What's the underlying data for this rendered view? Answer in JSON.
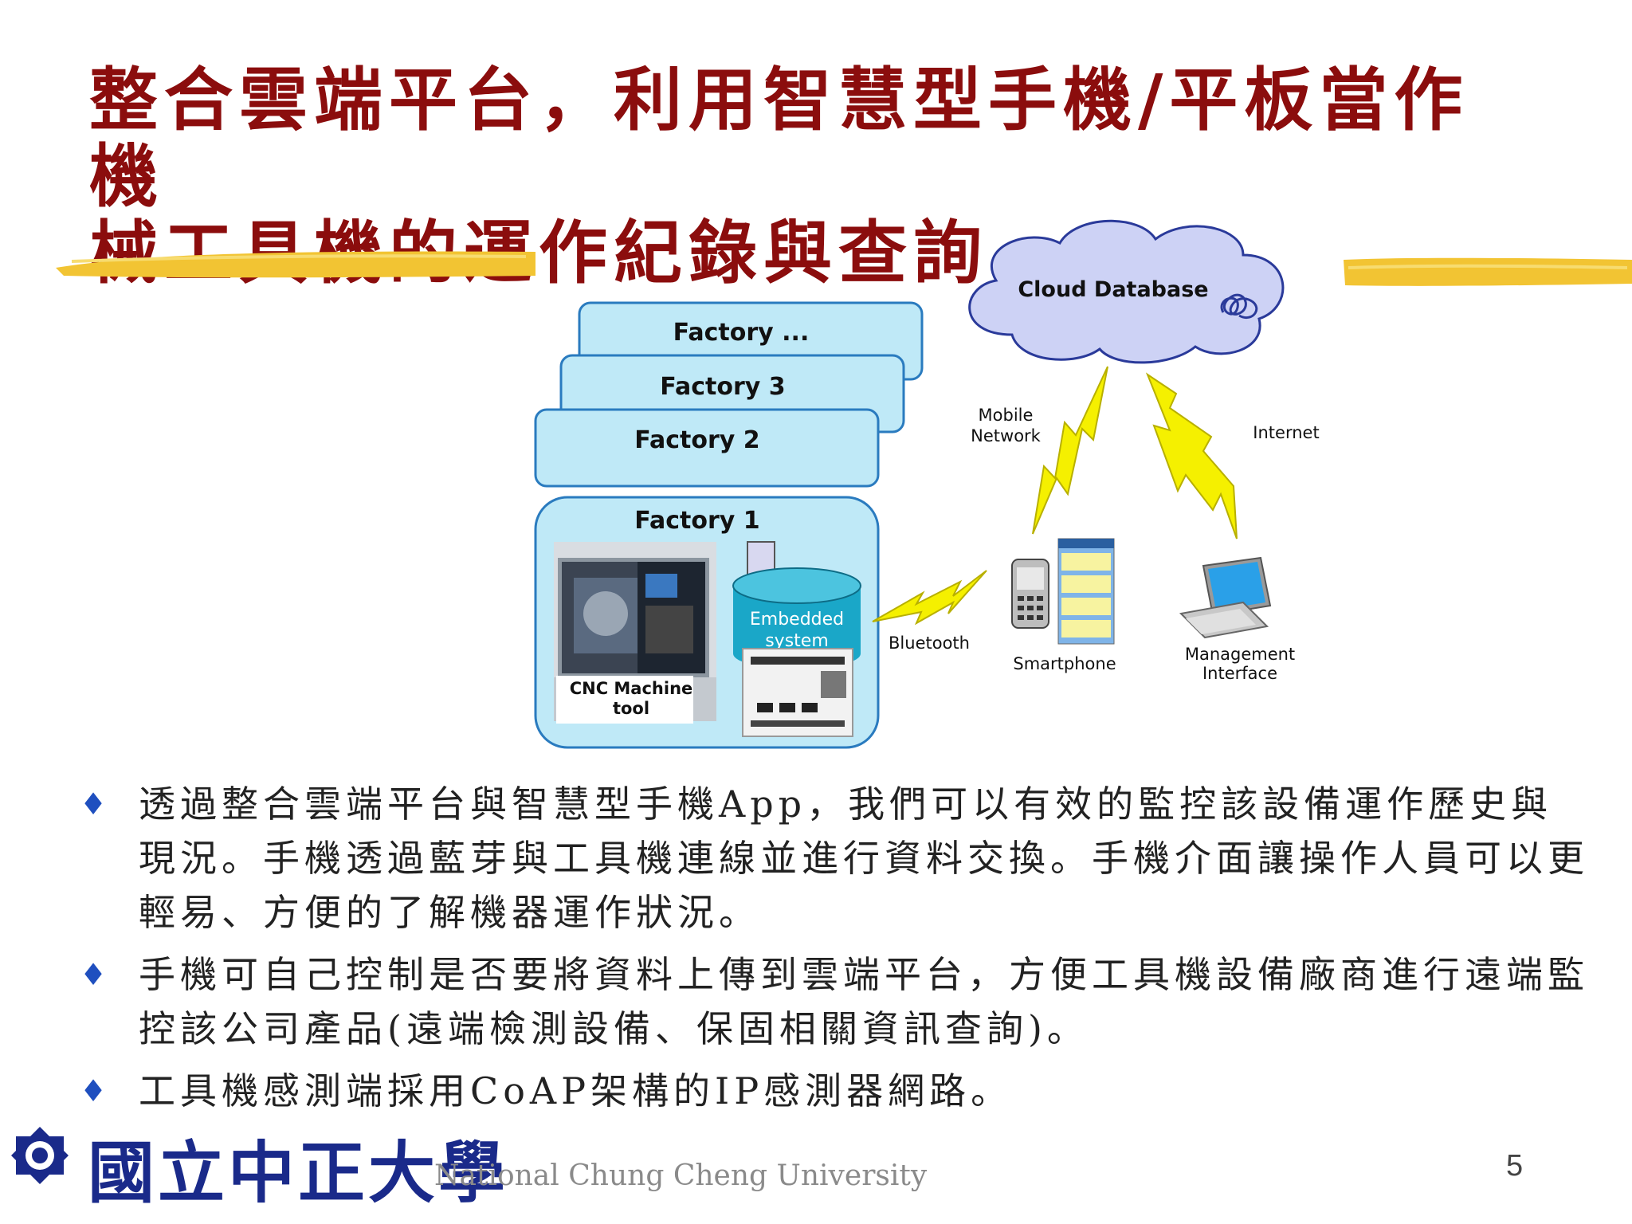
{
  "title": {
    "line1": "整合雲端平台，利用智慧型手機/平板當作機",
    "line2": "械工具機的運作紀錄與查詢"
  },
  "diagram": {
    "cloud_label": "Cloud Database",
    "factories": [
      "Factory ...",
      "Factory 3",
      "Factory 2",
      "Factory 1"
    ],
    "embedded_label_1": "Embedded",
    "embedded_label_2": "system",
    "cnc_label_1": "CNC Machine",
    "cnc_label_2": "tool",
    "bluetooth": "Bluetooth",
    "mobile_network_1": "Mobile",
    "mobile_network_2": "Network",
    "internet": "Internet",
    "smartphone": "Smartphone",
    "management_1": "Management",
    "management_2": "Interface"
  },
  "bullets": [
    "透過整合雲端平台與智慧型手機App，我們可以有效的監控該設備運作歷史與現況。手機透過藍芽與工具機連線並進行資料交換。手機介面讓操作人員可以更輕易、方便的了解機器運作狀況。",
    "手機可自己控制是否要將資料上傳到雲端平台，方便工具機設備廠商進行遠端監控該公司產品(遠端檢測設備、保固相關資訊查詢)。",
    "工具機感測端採用CoAP架構的IP感測器網路。"
  ],
  "bullet_marker": "♦",
  "footer": {
    "university_cn": "國立中正大學",
    "university_en": "National Chung Cheng University",
    "page_number": "5"
  },
  "colors": {
    "title": "#8b0d0d",
    "bullet_marker": "#1f4fbf",
    "factory_fill": "#bfe9f7",
    "factory_border": "#2a7bbf",
    "cloud_fill": "#cdd2f5",
    "lightning": "#f5f000"
  }
}
